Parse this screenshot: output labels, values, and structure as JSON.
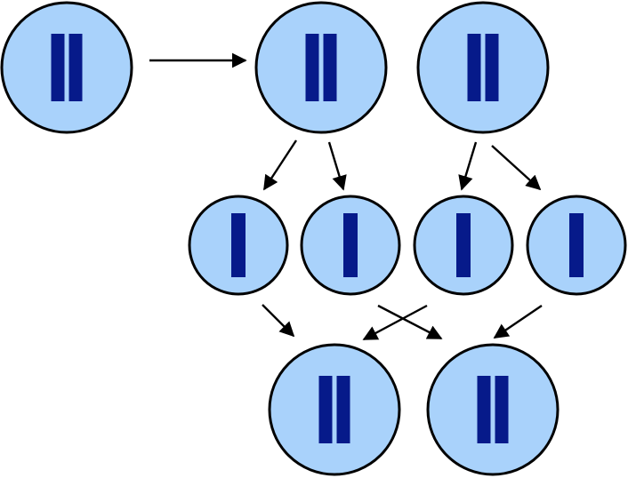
{
  "colors": {
    "cell_fill": "#a9d2fb",
    "cell_stroke": "#000000",
    "chromosome": "#061a8a",
    "arrow": "#000000",
    "background": "#ffffff"
  },
  "cells": [
    {
      "id": "parent-cell",
      "chromosomes": 2
    },
    {
      "id": "replicated-cell-a",
      "chromosomes": 2
    },
    {
      "id": "replicated-cell-b",
      "chromosomes": 2
    },
    {
      "id": "gamete-1",
      "chromosomes": 1
    },
    {
      "id": "gamete-2",
      "chromosomes": 1
    },
    {
      "id": "gamete-3",
      "chromosomes": 1
    },
    {
      "id": "gamete-4",
      "chromosomes": 1
    },
    {
      "id": "offspring-cell-a",
      "chromosomes": 2
    },
    {
      "id": "offspring-cell-b",
      "chromosomes": 2
    }
  ],
  "arrows": [
    {
      "from": "parent-cell",
      "to": "replicated-cell-a"
    },
    {
      "from": "replicated-cell-a",
      "to": "gamete-1"
    },
    {
      "from": "replicated-cell-a",
      "to": "gamete-2"
    },
    {
      "from": "replicated-cell-b",
      "to": "gamete-3"
    },
    {
      "from": "replicated-cell-b",
      "to": "gamete-4"
    },
    {
      "from": "gamete-1",
      "to": "offspring-cell-a"
    },
    {
      "from": "gamete-3",
      "to": "offspring-cell-a"
    },
    {
      "from": "gamete-2",
      "to": "offspring-cell-b"
    },
    {
      "from": "gamete-4",
      "to": "offspring-cell-b"
    }
  ]
}
